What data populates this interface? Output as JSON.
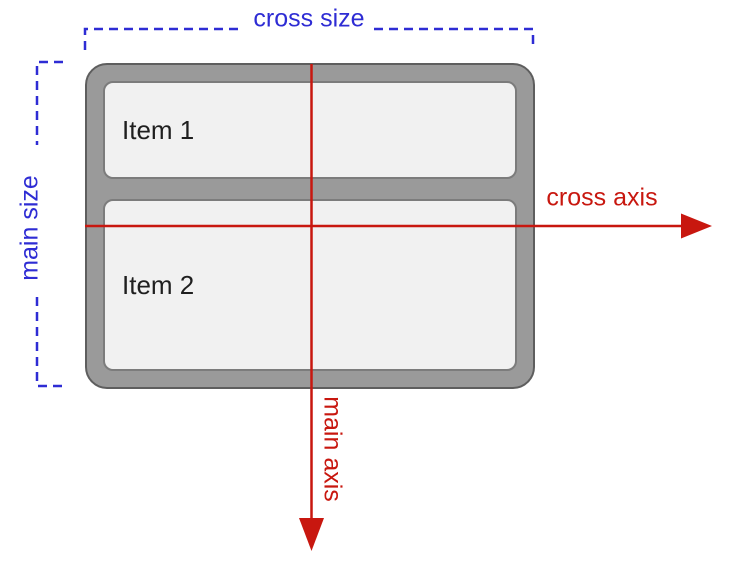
{
  "diagram": {
    "items": [
      {
        "label": "Item 1"
      },
      {
        "label": "Item 2"
      }
    ],
    "size_labels": {
      "cross": "cross size",
      "main": "main size"
    },
    "axis_labels": {
      "cross": "cross axis",
      "main": "main axis"
    },
    "colors": {
      "size_annotation": "#2e2cd4",
      "axis_annotation": "#c8170f",
      "container_fill": "#9a9a9a",
      "container_border": "#5e5e5e",
      "item_fill": "#f1f1f1",
      "item_border": "#7c7c7c",
      "item_text": "#1f1f1f",
      "background": "#ffffff"
    }
  }
}
